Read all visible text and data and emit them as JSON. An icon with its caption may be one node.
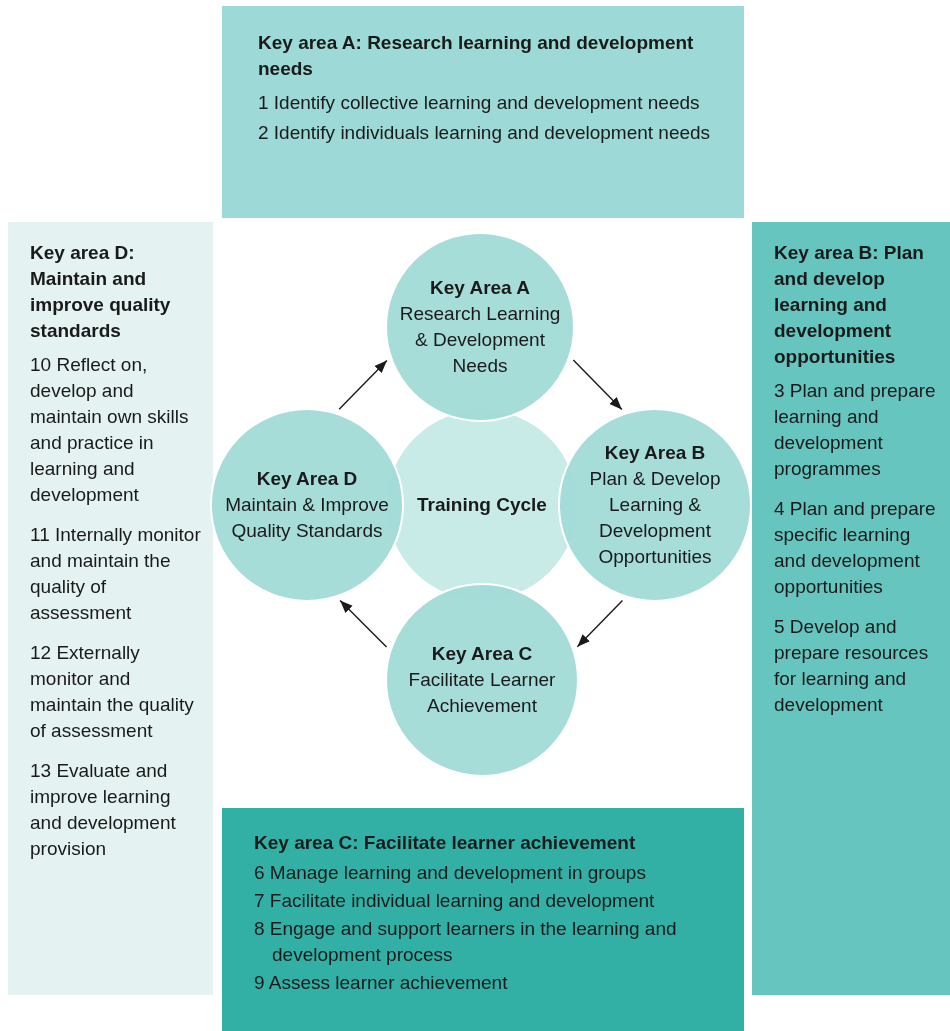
{
  "diagram": {
    "nodes": [
      {
        "text": [
          "Key area A: Research learning and development needs",
          "1 Identify collective learning and development needs",
          "2 Identify individuals learning and development needs"
        ]
      },
      {
        "text": [
          "Key area D: Maintain and improve quality standards",
          "10 Reflect on, develop and maintain own skills and practice in learning and development",
          "11 Internally monitor and maintain the quality of assessment",
          "12 Externally monitor and maintain the quality of assessment",
          "13 Evaluate and improve learning and development provision"
        ]
      },
      {
        "text": [
          "Key area B: Plan and develop learning and development opportunities",
          "3 Plan and prepare learning and development programmes",
          "4 Plan and prepare specific learning and development opportunities",
          "5 Develop and prepare resources for learning and development"
        ]
      },
      {
        "text": [
          "Training Cycle"
        ]
      },
      {
        "text": [
          "Key Area A",
          "Research Learning & Development Needs"
        ]
      },
      {
        "text": [
          "Key Area D",
          "Maintain & Improve Quality Standards"
        ]
      },
      {
        "text": [
          "Key Area B",
          "Plan & Develop Learning & Development Opportunities"
        ]
      },
      {
        "text": [
          "Key Area C",
          "Facilitate Learner Achievement"
        ]
      },
      {
        "text": [
          "Key area C: Facilitate learner achievement",
          "6 Manage learning and development in groups",
          "7 Facilitate individual learning and development",
          "8 Engage and support learners in the learning and development process",
          "9 Assess learner achievement"
        ]
      }
    ],
    "edges": [
      {
        "from": 5,
        "to": 4,
        "arrow": "to"
      },
      {
        "from": 4,
        "to": 6,
        "arrow": "to"
      },
      {
        "from": 6,
        "to": 7,
        "arrow": "to"
      },
      {
        "from": 7,
        "to": 5,
        "arrow": "to"
      }
    ]
  }
}
